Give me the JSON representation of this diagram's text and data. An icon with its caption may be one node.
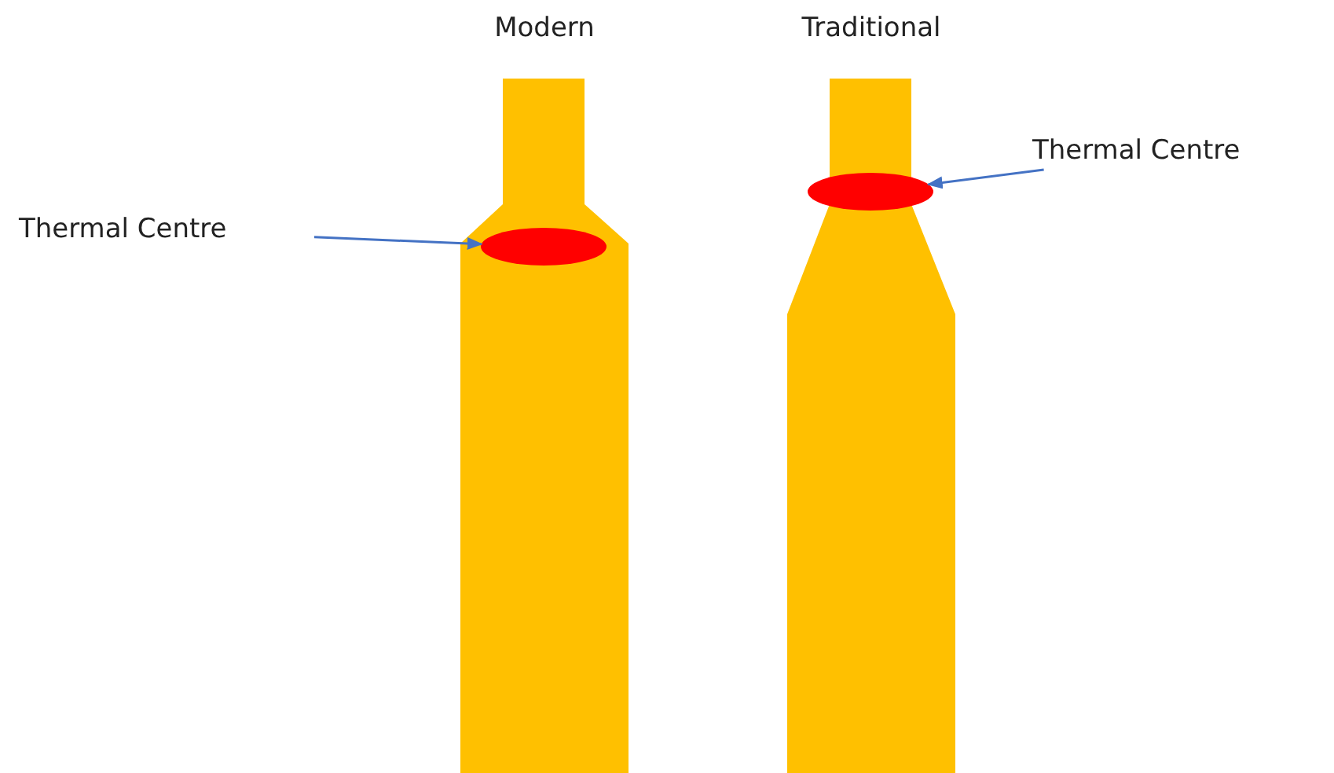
{
  "diagram": {
    "nodes": [
      {
        "text": [
          "Modern"
        ]
      },
      {
        "text": [],
        "shape": "ellipse",
        "in": 0
      },
      {
        "text": [
          "Thermal Centre"
        ]
      },
      {
        "text": [
          "Traditional"
        ]
      },
      {
        "text": [],
        "shape": "ellipse",
        "in": 3
      },
      {
        "text": [
          "Thermal Centre"
        ]
      }
    ],
    "edges": [
      {
        "from": 2,
        "to": 1,
        "arrow": "to"
      },
      {
        "from": 5,
        "to": 4,
        "arrow": "to"
      }
    ]
  }
}
